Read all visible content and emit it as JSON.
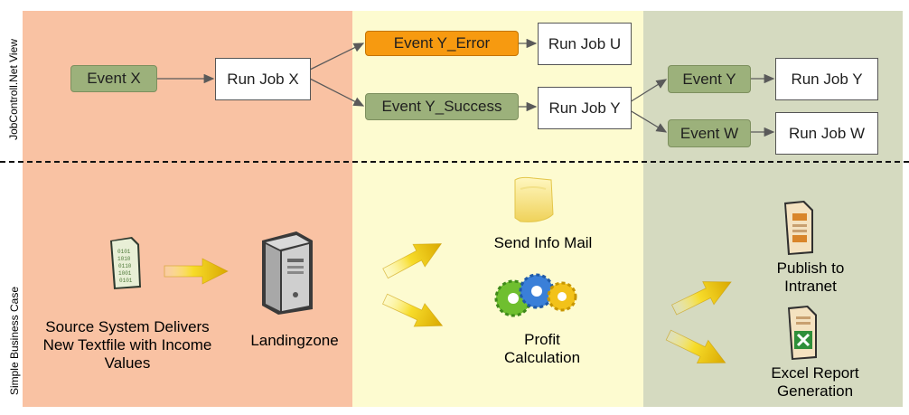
{
  "side_labels": {
    "top": "JobControll.Net View",
    "bottom": "Simple Business Case"
  },
  "flow": {
    "event_x": "Event X",
    "run_job_x": "Run Job X",
    "event_y_error": "Event Y_Error",
    "run_job_u": "Run Job U",
    "event_y_success": "Event Y_Success",
    "run_job_y_mid": "Run Job Y",
    "event_y": "Event Y",
    "run_job_y_right": "Run Job Y",
    "event_w": "Event W",
    "run_job_w": "Run Job W"
  },
  "business": {
    "source_line1": "Source System Delivers",
    "source_line2": "New Textfile with Income",
    "source_line3": "Values",
    "landingzone": "Landingzone",
    "send_info_mail": "Send Info Mail",
    "profit_line1": "Profit",
    "profit_line2": "Calculation",
    "publish_line1": "Publish to",
    "publish_line2": "Intranet",
    "excel_line1": "Excel Report",
    "excel_line2": "Generation"
  },
  "icons": {
    "text_file": "binary-text-file-icon",
    "server": "server-icon",
    "mail": "mail-note-icon",
    "gears": "gears-icon",
    "publish_doc": "document-icon",
    "excel_doc": "excel-document-icon",
    "arrow": "yellow-arrow-icon"
  },
  "colors": {
    "panel_left": "#f9c2a3",
    "panel_middle": "#fdfbd0",
    "panel_right": "#d5dac0",
    "event_green": "#9cb17b",
    "event_error": "#f79a10"
  }
}
